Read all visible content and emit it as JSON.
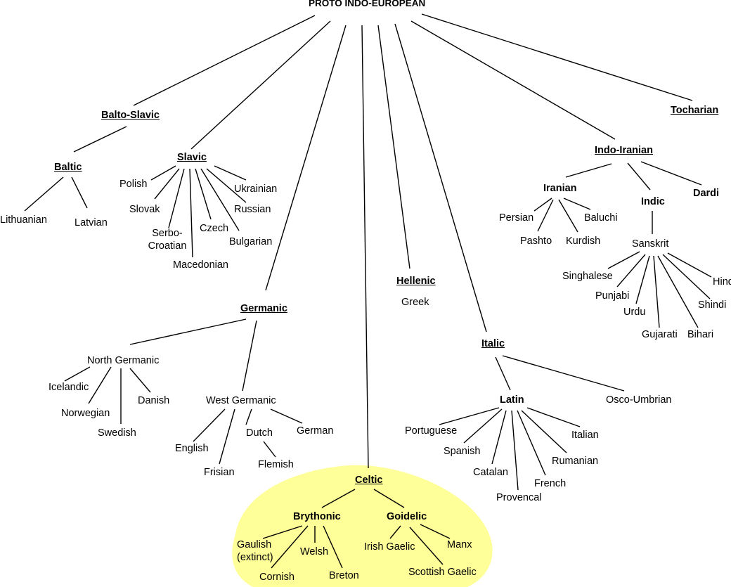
{
  "root": "PROTO INDO-EUROPEAN",
  "balto_slavic": {
    "label": "Balto-Slavic",
    "baltic": {
      "label": "Baltic",
      "lithuanian": "Lithuanian",
      "latvian": "Latvian"
    },
    "slavic": {
      "label": "Slavic",
      "polish": "Polish",
      "slovak": "Slovak",
      "serbo_croatian": [
        "Serbo-",
        "Croatian"
      ],
      "macedonian": "Macedonian",
      "czech": "Czech",
      "bulgarian": "Bulgarian",
      "russian": "Russian",
      "ukrainian": "Ukrainian"
    }
  },
  "germanic": {
    "label": "Germanic",
    "north": {
      "label": "North Germanic",
      "icelandic": "Icelandic",
      "norwegian": "Norwegian",
      "swedish": "Swedish",
      "danish": "Danish"
    },
    "west": {
      "label": "West Germanic",
      "english": "English",
      "frisian": "Frisian",
      "dutch": "Dutch",
      "flemish": "Flemish",
      "german": "German"
    }
  },
  "celtic": {
    "label": "Celtic",
    "highlight_color": "#ffff99",
    "brythonic": {
      "label": "Brythonic",
      "gaulish": [
        "Gaulish",
        "(extinct)"
      ],
      "welsh": "Welsh",
      "cornish": "Cornish",
      "breton": "Breton"
    },
    "goidelic": {
      "label": "Goidelic",
      "irish": "Irish Gaelic",
      "manx": "Manx",
      "scottish": "Scottish Gaelic"
    }
  },
  "hellenic": {
    "label": "Hellenic",
    "greek": "Greek"
  },
  "italic": {
    "label": "Italic",
    "latin": {
      "label": "Latin",
      "portuguese": "Portuguese",
      "spanish": "Spanish",
      "catalan": "Catalan",
      "provencal": "Provencal",
      "french": "French",
      "rumanian": "Rumanian",
      "italian": "Italian"
    },
    "osco_umbrian": "Osco-Umbrian"
  },
  "indo_iranian": {
    "label": "Indo-Iranian",
    "iranian": {
      "label": "Iranian",
      "persian": "Persian",
      "pashto": "Pashto",
      "kurdish": "Kurdish",
      "baluchi": "Baluchi"
    },
    "indic": {
      "label": "Indic",
      "sanskrit": "Sanskrit",
      "singhalese": "Singhalese",
      "punjabi": "Punjabi",
      "urdu": "Urdu",
      "gujarati": "Gujarati",
      "bihari": "Bihari",
      "shindi": "Shindi",
      "hindi": "Hindi"
    },
    "dardi": "Dardi"
  },
  "tocharian": {
    "label": "Tocharian"
  }
}
